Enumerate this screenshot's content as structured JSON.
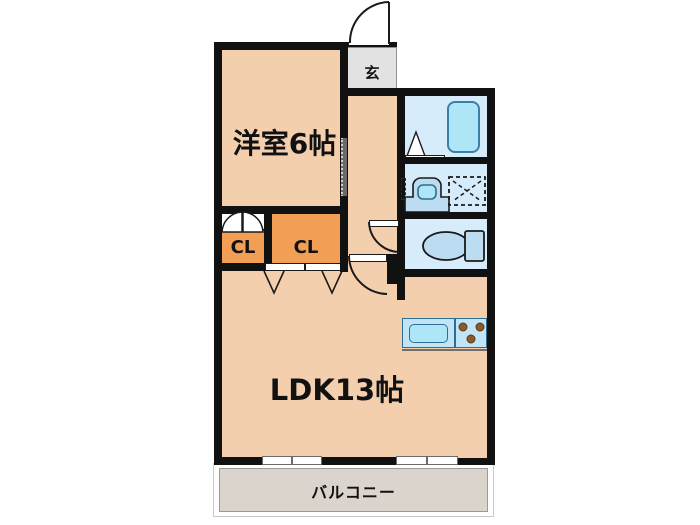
{
  "plan": {
    "type": "apartment-floor-plan",
    "style": "japanese-madori",
    "unit_layout": "1LDK"
  },
  "rooms": [
    {
      "id": "bedroom",
      "label": "洋室6帖",
      "name_en": "Western-style room 6 tatami",
      "fill": "#f3cfae"
    },
    {
      "id": "ldk",
      "label": "LDK13帖",
      "name_en": "Living Dining Kitchen 13 tatami",
      "fill": "#f3cfae"
    },
    {
      "id": "entrance",
      "label": "玄",
      "name_en": "Entrance genkan",
      "fill": "#e2e2e2"
    },
    {
      "id": "balcony",
      "label": "バルコニー",
      "name_en": "Balcony",
      "fill": "#dbd4cc"
    }
  ],
  "closets": [
    {
      "id": "closet-small",
      "label": "CL",
      "fill": "#f29e54"
    },
    {
      "id": "closet-large",
      "label": "CL",
      "fill": "#f29e54"
    }
  ],
  "fixtures": [
    {
      "id": "bathtub",
      "name": "bathtub",
      "fill": "#aee5f7"
    },
    {
      "id": "bath-room",
      "name": "bathroom-unit",
      "fill": "#d7ecfb"
    },
    {
      "id": "vanity-sink",
      "name": "washbasin-vanity",
      "fill": "#aee5f7"
    },
    {
      "id": "washer-space",
      "name": "washing-machine-space",
      "fill": "#d7ecfb"
    },
    {
      "id": "toilet-bowl",
      "name": "toilet",
      "fill": "#bcdcf2"
    },
    {
      "id": "kitchen-sink",
      "name": "kitchen-sink",
      "fill": "#aee5f7"
    },
    {
      "id": "kitchen-stove",
      "name": "gas-stove-3-burner",
      "fill": "#c2e4f7",
      "burners": 3,
      "burner_color": "#8a5a2b"
    }
  ],
  "colors": {
    "wall": "#111111",
    "floor": "#f3cfae",
    "closet": "#f29e54",
    "water": "#d7ecfb",
    "tub": "#aee5f7",
    "balcony": "#dbd4cc",
    "genkan": "#e2e2e2",
    "background": "#ffffff"
  },
  "doors": [
    {
      "id": "entrance-door",
      "type": "hinged-swing"
    },
    {
      "id": "hall-door-1",
      "type": "hinged-swing"
    },
    {
      "id": "hall-door-2",
      "type": "hinged-swing"
    },
    {
      "id": "bedroom-door",
      "type": "sliding"
    },
    {
      "id": "closet-doors",
      "type": "sliding"
    },
    {
      "id": "closet-folding",
      "type": "folding"
    },
    {
      "id": "balcony-windows",
      "type": "sliding-window"
    }
  ]
}
